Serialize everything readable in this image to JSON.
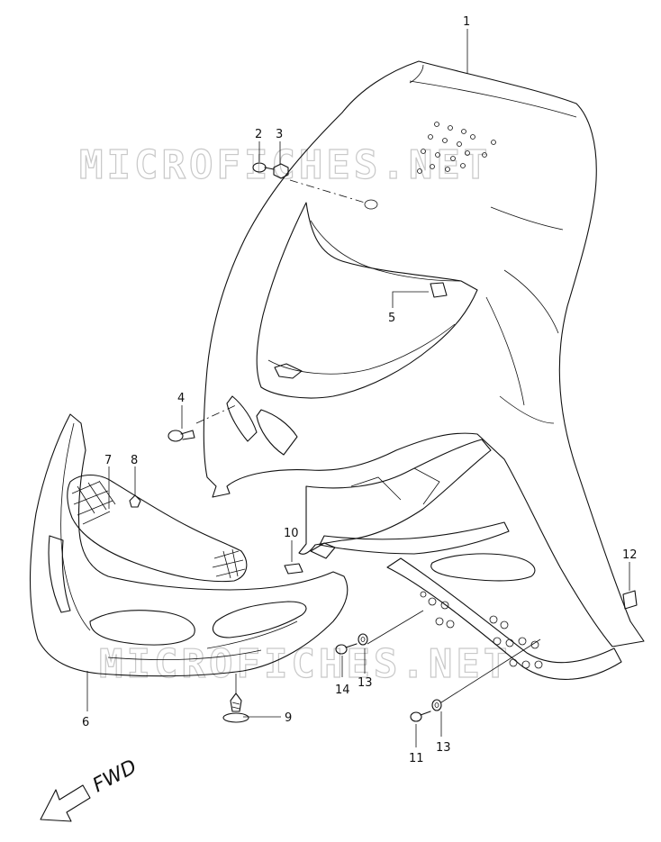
{
  "watermark": {
    "top": "MICROFICHES.NET",
    "bottom": "MICROFICHES.NET"
  },
  "direction_label": "FWD",
  "callouts": [
    {
      "id": "c1",
      "label": "1"
    },
    {
      "id": "c2",
      "label": "2"
    },
    {
      "id": "c3",
      "label": "3"
    },
    {
      "id": "c4",
      "label": "4"
    },
    {
      "id": "c5",
      "label": "5"
    },
    {
      "id": "c6",
      "label": "6"
    },
    {
      "id": "c7",
      "label": "7"
    },
    {
      "id": "c8",
      "label": "8"
    },
    {
      "id": "c9",
      "label": "9"
    },
    {
      "id": "c10",
      "label": "10"
    },
    {
      "id": "c11",
      "label": "11"
    },
    {
      "id": "c12",
      "label": "12"
    },
    {
      "id": "c13a",
      "label": "13"
    },
    {
      "id": "c13b",
      "label": "13"
    },
    {
      "id": "c14",
      "label": "14"
    }
  ]
}
